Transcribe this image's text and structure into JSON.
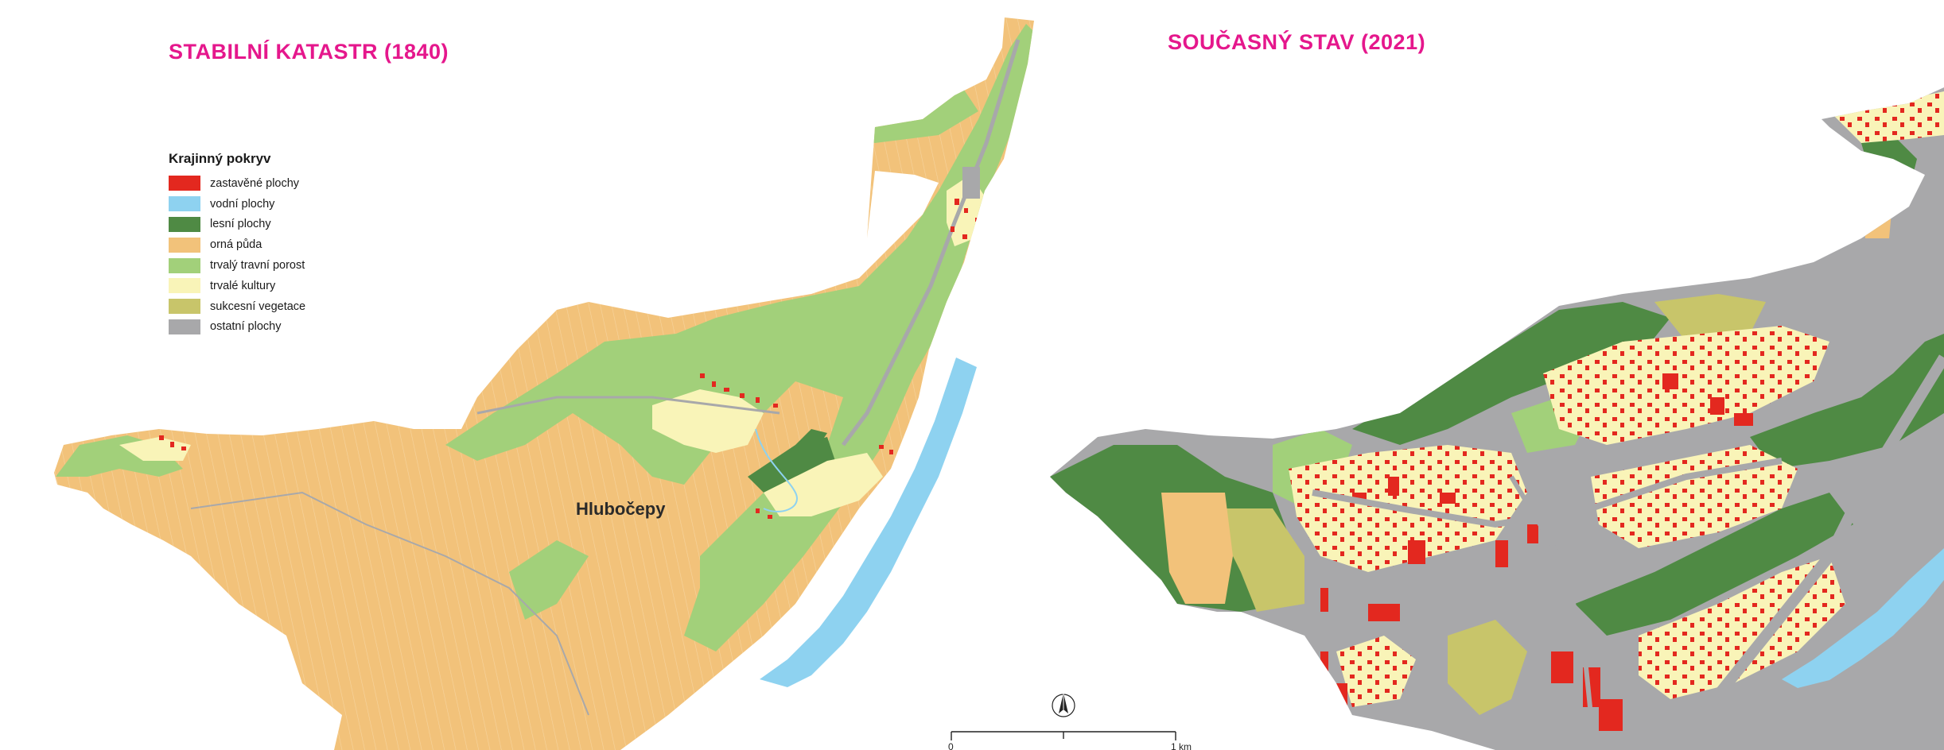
{
  "titles": {
    "left": "STABILNÍ KATASTR (1840)",
    "right": "SOUČASNÝ STAV (2021)",
    "color": "#e5178c"
  },
  "legend": {
    "heading": "Krajinný pokryv",
    "items": [
      {
        "label": "zastavěné plochy",
        "color": "#e3281f"
      },
      {
        "label": "vodní plochy",
        "color": "#8ed2f0"
      },
      {
        "label": "lesní plochy",
        "color": "#4f8a44"
      },
      {
        "label": "orná půda",
        "color": "#f2c27a"
      },
      {
        "label": "trvalý travní porost",
        "color": "#a2d07a"
      },
      {
        "label": "trvalé kultury",
        "color": "#f9f4b8"
      },
      {
        "label": "sukcesní vegetace",
        "color": "#c8c56a"
      },
      {
        "label": "ostatní plochy",
        "color": "#a8a8aa"
      }
    ]
  },
  "place_label": "Hlubočepy",
  "scale_bar": {
    "start": "0",
    "end": "1 km"
  },
  "icons": {
    "north_arrow": "north-arrow-icon"
  }
}
